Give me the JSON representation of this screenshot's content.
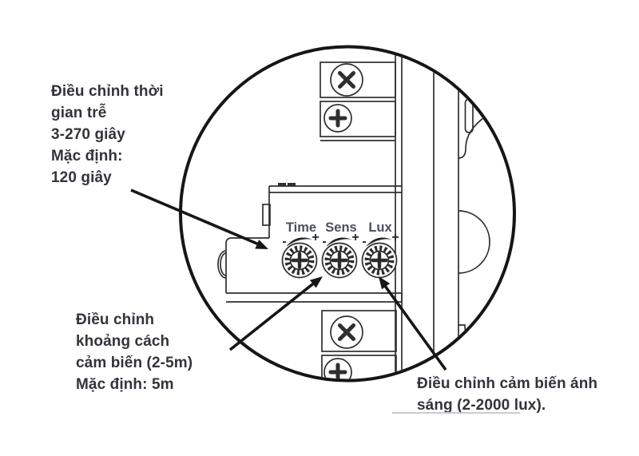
{
  "figure": {
    "callouts": {
      "delay": {
        "lines": [
          "Điều chỉnh thời",
          "gian trễ",
          "3-270 giây",
          "Mặc định:",
          "120 giây"
        ]
      },
      "distance": {
        "lines": [
          "Điều chỉnh",
          "khoảng cách",
          "cảm biến (2-5m)",
          "Mặc định: 5m"
        ]
      },
      "light": {
        "lines": [
          "Điều chỉnh cảm biến ánh",
          "sáng (2-2000 lux)."
        ],
        "underlined": true
      }
    },
    "knobs": [
      {
        "label": "Time",
        "minus": "-",
        "plus": "+"
      },
      {
        "label": "Sens",
        "minus": "-",
        "plus": "+"
      },
      {
        "label": "Lux",
        "minus": "-",
        "plus": "+"
      }
    ],
    "icons": {
      "x_screw": "x-slot-screw",
      "phillips_screw": "phillips-cross-screw",
      "rotation_swoosh": "curved-rotation-arrow"
    },
    "colors": {
      "line": "#2f2f2f",
      "heavy": "#161616",
      "text": "#33333b",
      "knob_label": "#4a4e5f",
      "underline": "#cbcbcb",
      "background": "#ffffff"
    }
  }
}
